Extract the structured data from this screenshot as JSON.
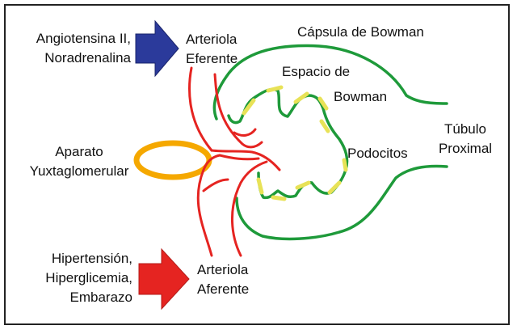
{
  "colors": {
    "background": "#ffffff",
    "border": "#222222",
    "arrow_blue": "#2b3a9b",
    "arrow_red": "#e52421",
    "vessel_red": "#e52421",
    "capsule_green": "#1e9a3a",
    "podocyte_yellow": "#e8e257",
    "jga_orange": "#f5a800"
  },
  "labels": {
    "efferent_stimuli": [
      "Angiotensina II,",
      "Noradrenalina"
    ],
    "efferent_arteriole": [
      "Arteriola",
      "Eferente"
    ],
    "bowman_capsule": "Cápsula de Bowman",
    "bowman_space": [
      "Espacio de",
      "Bowman"
    ],
    "proximal_tubule": [
      "Túbulo",
      "Proximal"
    ],
    "juxtaglomerular": [
      "Aparato",
      "Yuxtaglomerular"
    ],
    "podocytes": "Podocitos",
    "afferent_stimuli": [
      "Hipertensión,",
      "Hiperglicemia,",
      "Embarazo"
    ],
    "afferent_arteriole": [
      "Arteriola",
      "Aferente"
    ]
  }
}
